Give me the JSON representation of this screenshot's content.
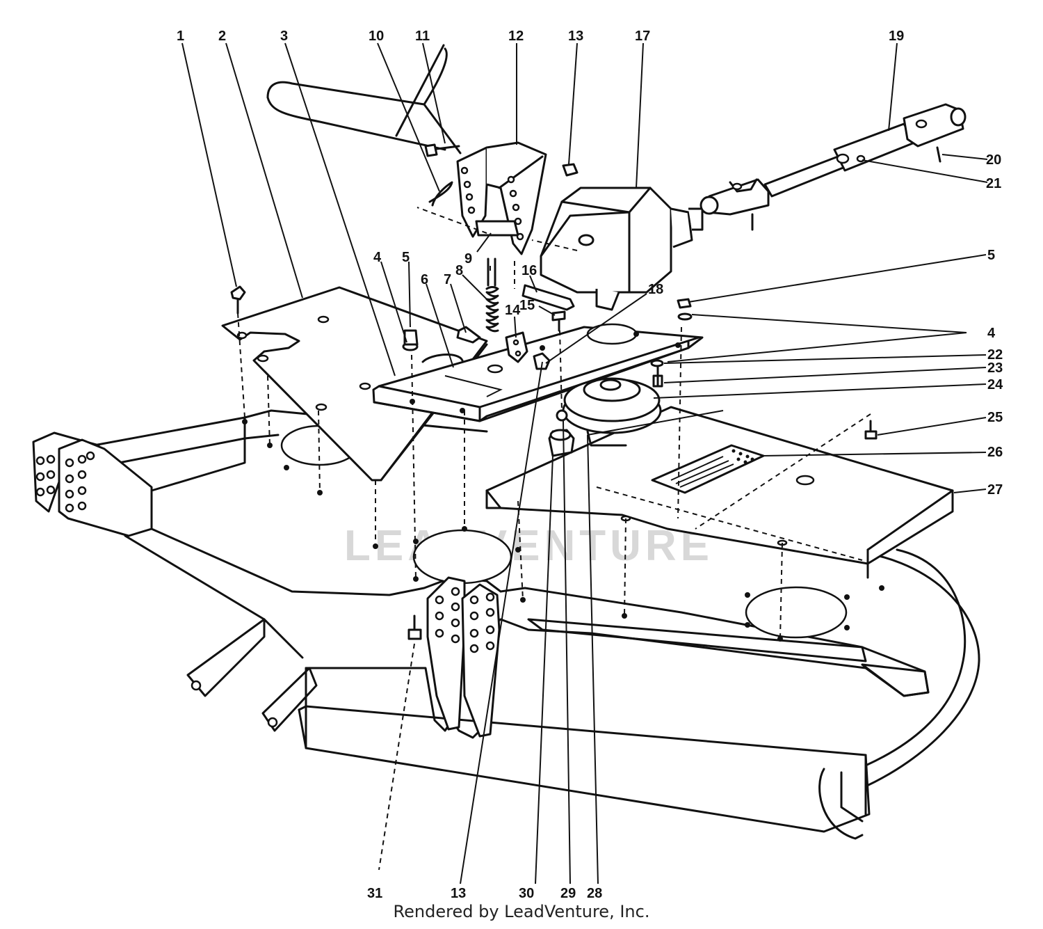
{
  "callouts": [
    {
      "id": "c1",
      "label": "1"
    },
    {
      "id": "c2",
      "label": "2"
    },
    {
      "id": "c3",
      "label": "3"
    },
    {
      "id": "c10",
      "label": "10"
    },
    {
      "id": "c11",
      "label": "11"
    },
    {
      "id": "c12",
      "label": "12"
    },
    {
      "id": "c13a",
      "label": "13"
    },
    {
      "id": "c17",
      "label": "17"
    },
    {
      "id": "c19",
      "label": "19"
    },
    {
      "id": "c20",
      "label": "20"
    },
    {
      "id": "c21",
      "label": "21"
    },
    {
      "id": "c9",
      "label": "9"
    },
    {
      "id": "c4a",
      "label": "4"
    },
    {
      "id": "c5a",
      "label": "5"
    },
    {
      "id": "c6",
      "label": "6"
    },
    {
      "id": "c7",
      "label": "7"
    },
    {
      "id": "c8",
      "label": "8"
    },
    {
      "id": "c16",
      "label": "16"
    },
    {
      "id": "c14",
      "label": "14"
    },
    {
      "id": "c15",
      "label": "15"
    },
    {
      "id": "c18",
      "label": "18"
    },
    {
      "id": "c5b",
      "label": "5"
    },
    {
      "id": "c4b",
      "label": "4"
    },
    {
      "id": "c22",
      "label": "22"
    },
    {
      "id": "c23",
      "label": "23"
    },
    {
      "id": "c24",
      "label": "24"
    },
    {
      "id": "c25",
      "label": "25"
    },
    {
      "id": "c26",
      "label": "26"
    },
    {
      "id": "c27",
      "label": "27"
    },
    {
      "id": "c31",
      "label": "31"
    },
    {
      "id": "c13b",
      "label": "13"
    },
    {
      "id": "c30",
      "label": "30"
    },
    {
      "id": "c29",
      "label": "29"
    },
    {
      "id": "c28",
      "label": "28"
    }
  ],
  "watermark": "LEADVENTURE",
  "credit": "Rendered by LeadVenture, Inc."
}
